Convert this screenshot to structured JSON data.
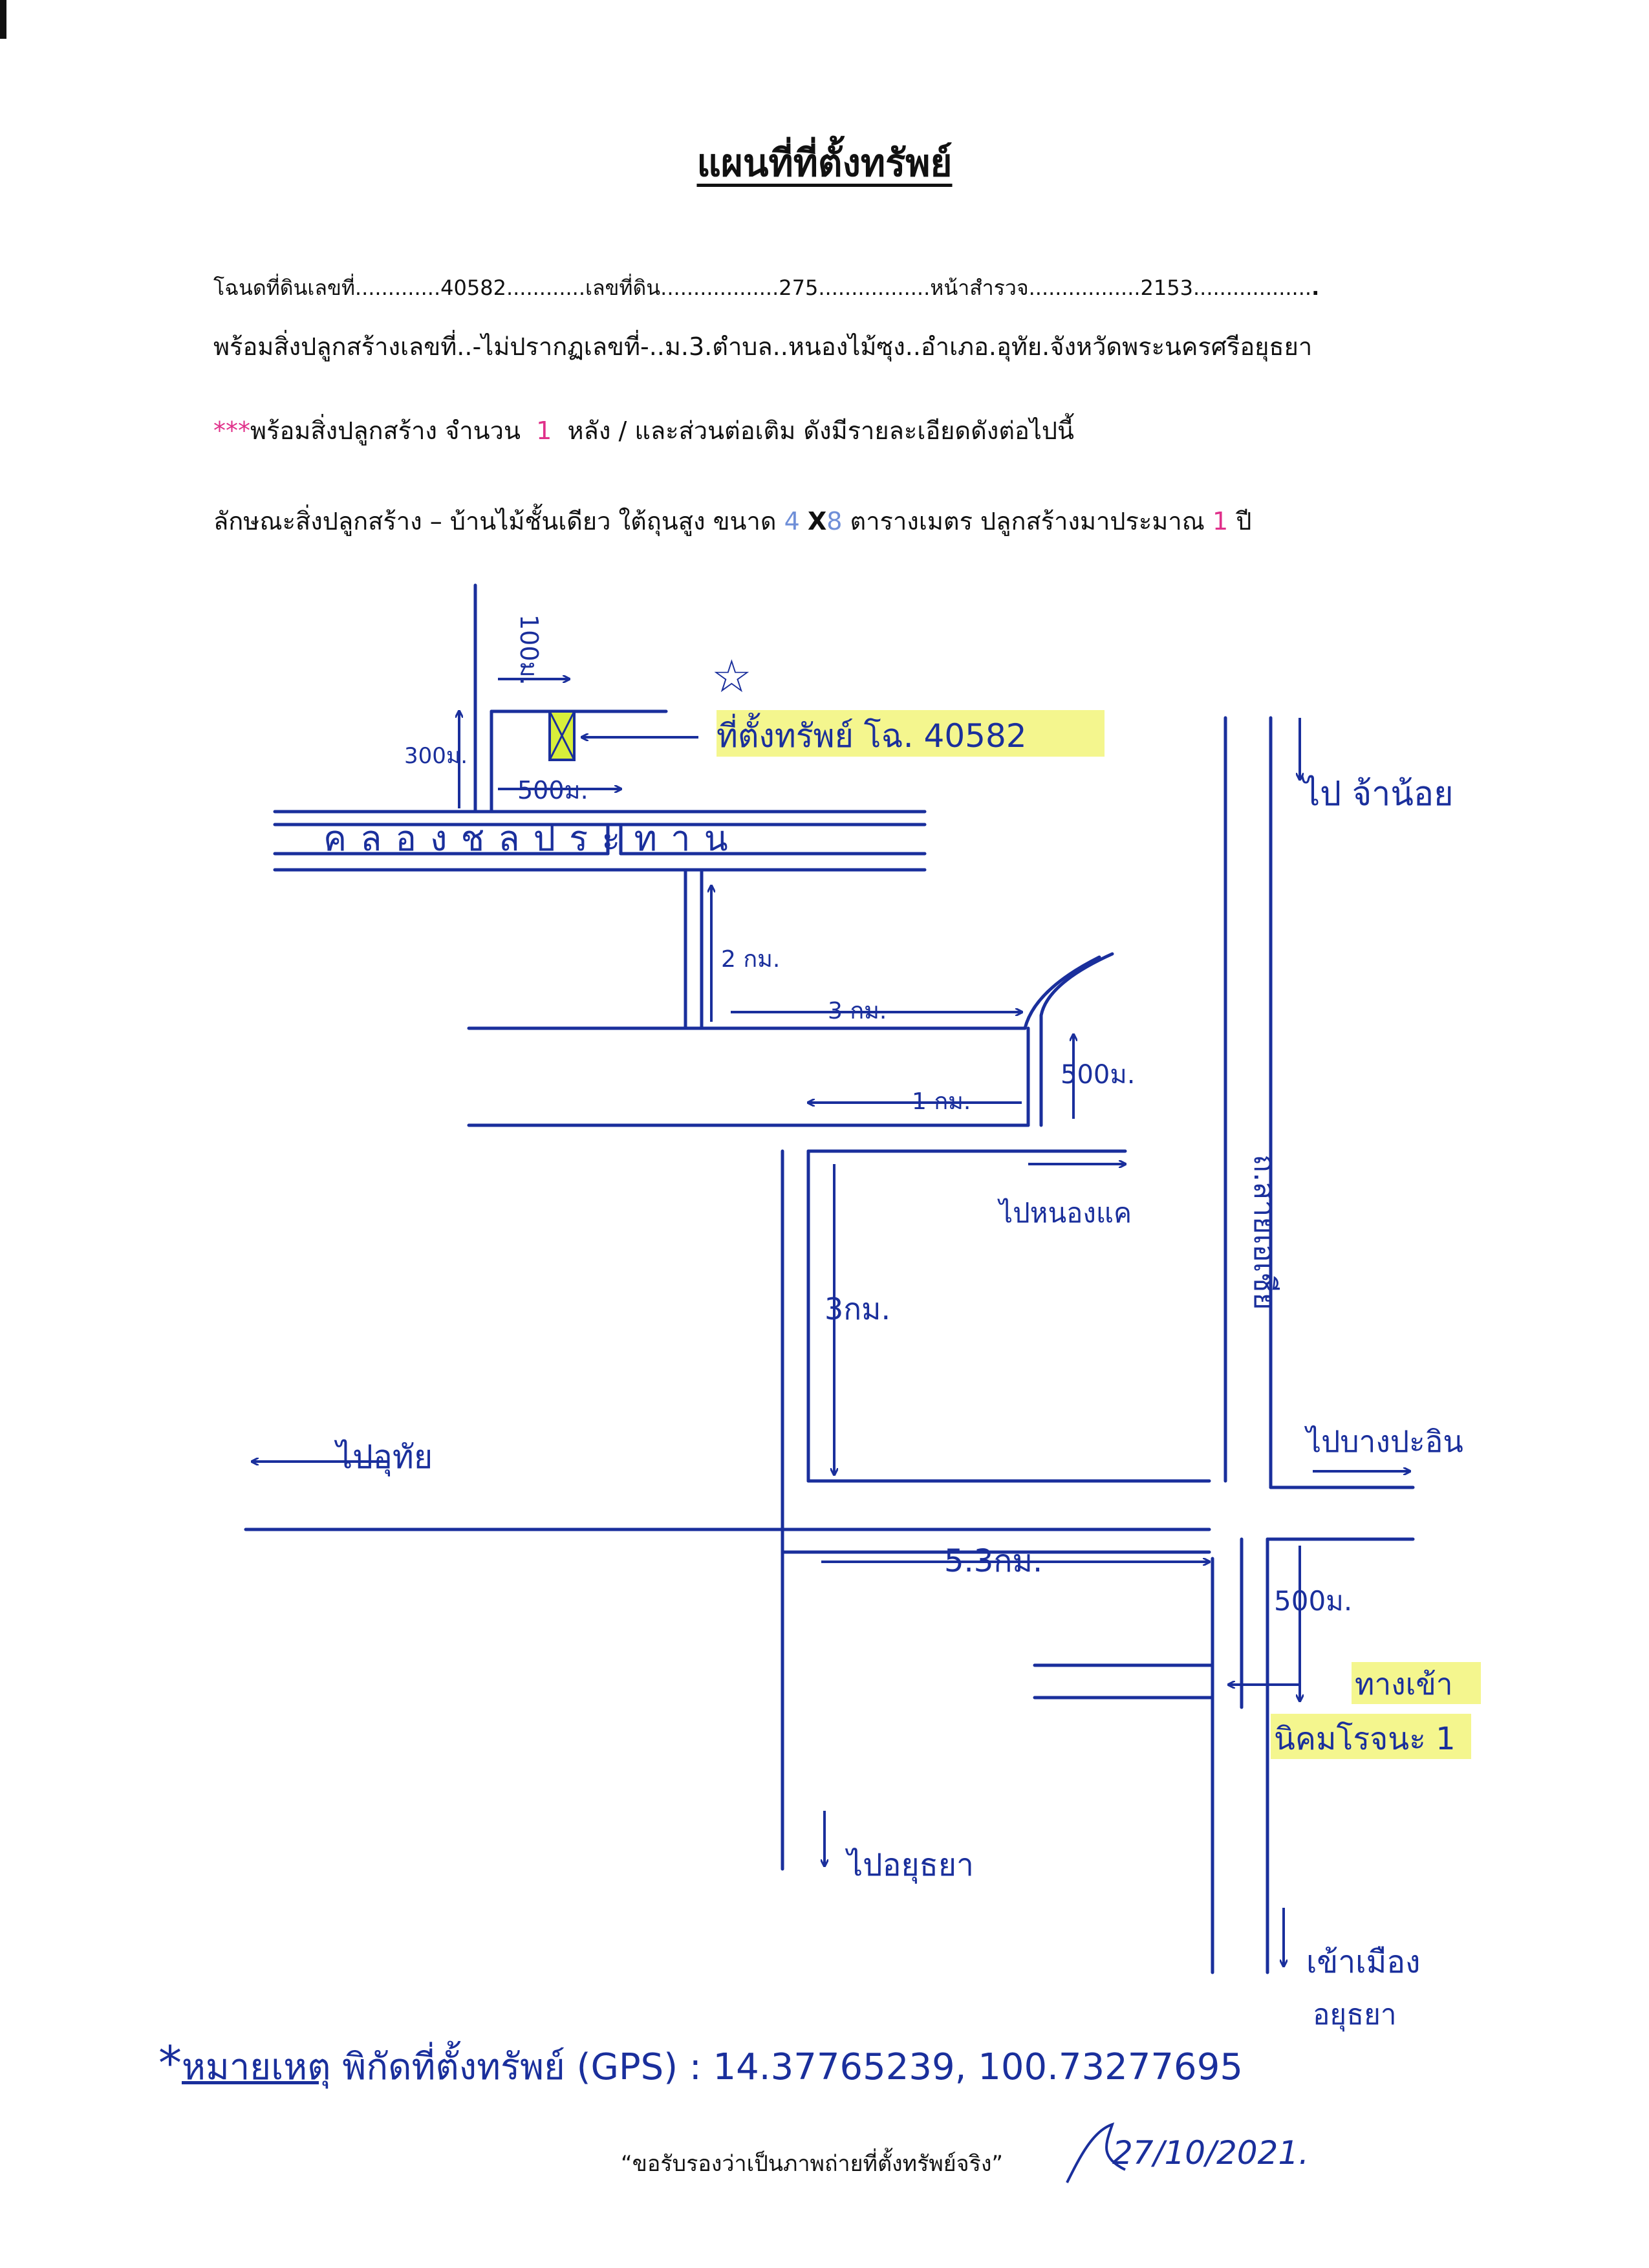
{
  "title": "แผนที่ที่ตั้งทรัพย์",
  "deed_line": {
    "label_deed": "โฉนดที่ดินเลขที่",
    "deed_no": "40582",
    "label_land": "เลขที่ดิน",
    "land_no": "275",
    "label_survey": "หน้าสำรวจ",
    "survey_no": "2153",
    "end": "."
  },
  "address_line": "พร้อมสิ่งปลูกสร้างเลขที่..-ไม่ปรากฏเลขที่-..ม.3.ตำบล..หนองไม้ซุง..อำเภอ.อุทัย.จังหวัดพระนครศรีอยุธยา",
  "building_line": {
    "stars": "***",
    "prefix": "พร้อมสิ่งปลูกสร้าง จำนวน",
    "count": "1",
    "suffix": "หลัง / และส่วนต่อเติม   ดังมีรายละเอียดดังต่อไปนี้"
  },
  "structure_line": {
    "prefix": "ลักษณะสิ่งปลูกสร้าง – บ้านไม้ชั้นเดียว ใต้ถุนสูง ขนาด",
    "width": "4",
    "x": "X",
    "length": "8",
    "middle": "ตารางเมตร ปลูกสร้างมาประมาณ",
    "years": "1",
    "unit": "ปี"
  },
  "map": {
    "property_label": "ที่ตั้งทรัพย์ โฉ. 40582",
    "canal_label": "ค ล อ ง   ช ล ป ร ะ ท า น",
    "main_road": "ถ.สายเอเชีย",
    "distances": {
      "d100": "100ม.",
      "d300": "300ม.",
      "d500_top": "500ม.",
      "d2km": "2 กม.",
      "d3km_h": "3 กม.",
      "d500_mid": "500ม.",
      "d1km": "1 กม.",
      "d3km_v": "3กม.",
      "d5_3km": "5.3กม.",
      "d500_right": "500ม."
    },
    "destinations": {
      "to_chaoy": "ไป จ้าน้อย",
      "to_nongkhe": "ไปหนองแค",
      "to_uthai": "ไปอุทัย",
      "to_bangpa_in": "ไปบางปะอิน",
      "entrance": "ทางเข้า",
      "industrial": "นิคมโรจนะ 1",
      "to_ayutthaya": "ไปอยุธยา",
      "to_city": "เข้าเมือง",
      "city_name": "อยุธยา"
    }
  },
  "note": {
    "star": "*",
    "label": "หมายเหตุ",
    "text": "พิกัดที่ตั้งทรัพย์ (GPS) : 14.37765239, 100.73277695"
  },
  "certification": "“ขอรับรองว่าเป็นภาพถ่ายที่ตั้งทรัพย์จริง”",
  "signed_date": "27/10/2021."
}
